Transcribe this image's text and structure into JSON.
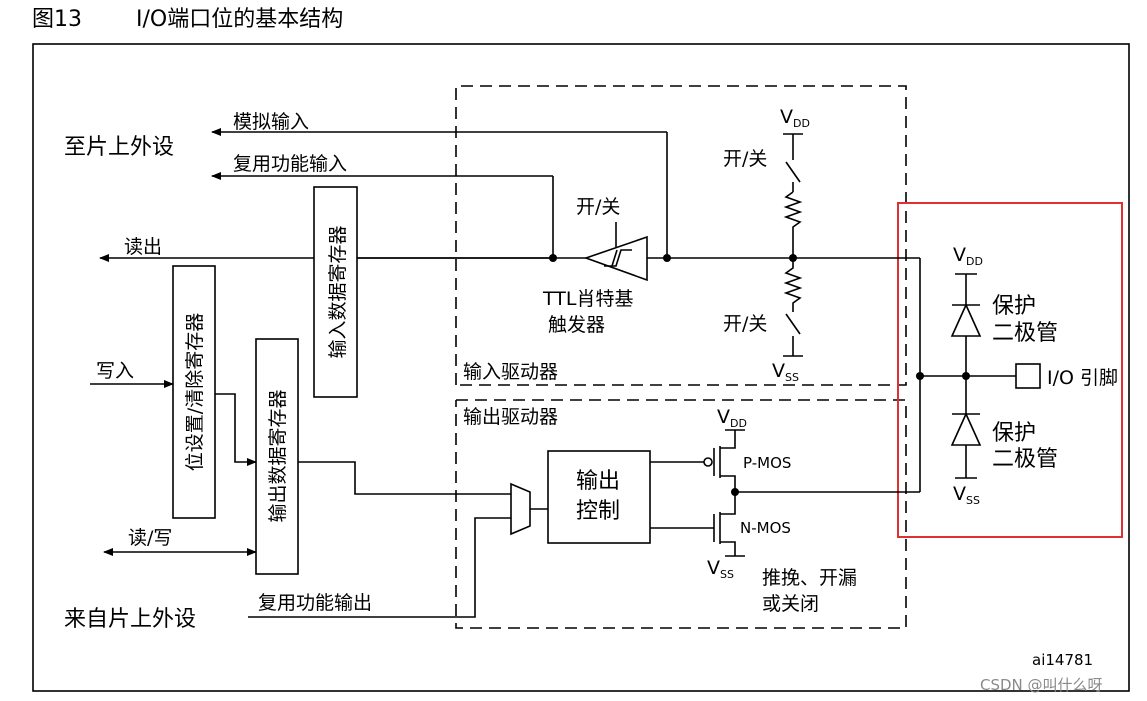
{
  "figure": {
    "number": "图13",
    "title": "I/O端口位的基本结构",
    "code": "ai14781",
    "watermark": "CSDN @叫什么呀"
  },
  "labels": {
    "to_onchip": "至片上外设",
    "analog_input": "模拟输入",
    "af_input": "复用功能输入",
    "read": "读出",
    "write": "写入",
    "read_write": "读/写",
    "from_onchip": "来自片上外设",
    "af_output": "复用功能输出",
    "input_driver": "输入驱动器",
    "output_driver": "输出驱动器"
  },
  "registers": {
    "input_data": "输入数据寄存器",
    "bit_set_reset": "位设置/清除寄存器",
    "output_data": "输出数据寄存器"
  },
  "schmitt": {
    "switch": "开/关",
    "line1": "TTL肖特基",
    "line2": "触发器"
  },
  "pull": {
    "vdd": "V",
    "vdd_sub": "DD",
    "vss": "V",
    "vss_sub": "SS",
    "switch_up": "开/关",
    "switch_down": "开/关"
  },
  "output_control": {
    "line1": "输出",
    "line2": "控制",
    "pmos": "P-MOS",
    "nmos": "N-MOS",
    "vdd": "V",
    "vdd_sub": "DD",
    "vss": "V",
    "vss_sub": "SS",
    "mode_line1": "推挽、开漏",
    "mode_line2": "或关闭"
  },
  "protection": {
    "vdd": "V",
    "vdd_sub": "DD",
    "vss": "V",
    "vss_sub": "SS",
    "diode_top_line1": "保护",
    "diode_top_line2": "二极管",
    "diode_bottom_line1": "保护",
    "diode_bottom_line2": "二极管",
    "pin": "I/O 引脚"
  },
  "colors": {
    "highlight": "#e03030",
    "line": "#000000",
    "watermark": "#8a8a8a"
  }
}
